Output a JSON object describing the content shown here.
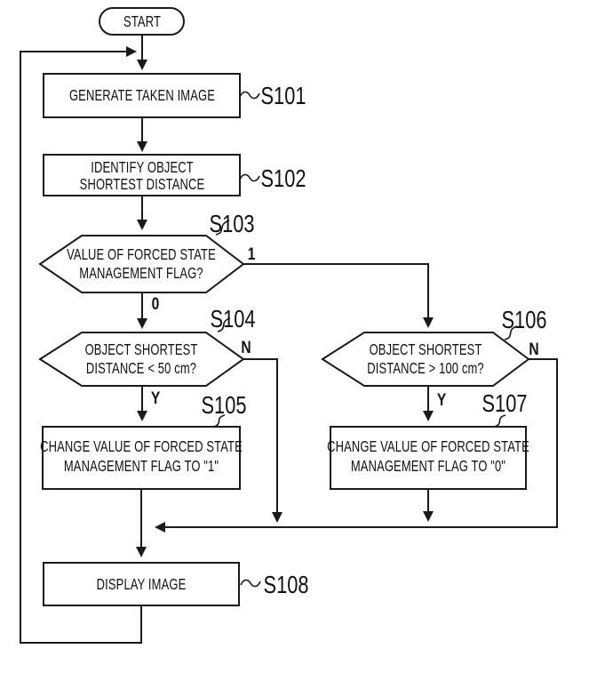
{
  "figure": {
    "background": "#ffffff",
    "line_color": "#1a1a1a"
  },
  "nodes": {
    "start": {
      "label": "START"
    },
    "s101": {
      "step": "S101",
      "label": "GENERATE TAKEN IMAGE"
    },
    "s102": {
      "step": "S102",
      "line1": "IDENTIFY OBJECT",
      "line2": "SHORTEST DISTANCE"
    },
    "s103": {
      "step": "S103",
      "line1": "VALUE OF FORCED STATE",
      "line2": "MANAGEMENT FLAG?"
    },
    "s104": {
      "step": "S104",
      "line1": "OBJECT SHORTEST",
      "line2": "DISTANCE < 50 cm?"
    },
    "s105": {
      "step": "S105",
      "line1": "CHANGE VALUE OF FORCED STATE",
      "line2": "MANAGEMENT FLAG TO \"1\""
    },
    "s106": {
      "step": "S106",
      "line1": "OBJECT SHORTEST",
      "line2": "DISTANCE > 100 cm?"
    },
    "s107": {
      "step": "S107",
      "line1": "CHANGE VALUE OF FORCED STATE",
      "line2": "MANAGEMENT FLAG TO \"0\""
    },
    "s108": {
      "step": "S108",
      "label": "DISPLAY IMAGE"
    }
  },
  "branches": {
    "s103_one": "1",
    "s103_zero": "0",
    "s104_yes": "Y",
    "s104_no": "N",
    "s106_yes": "Y",
    "s106_no": "N"
  }
}
